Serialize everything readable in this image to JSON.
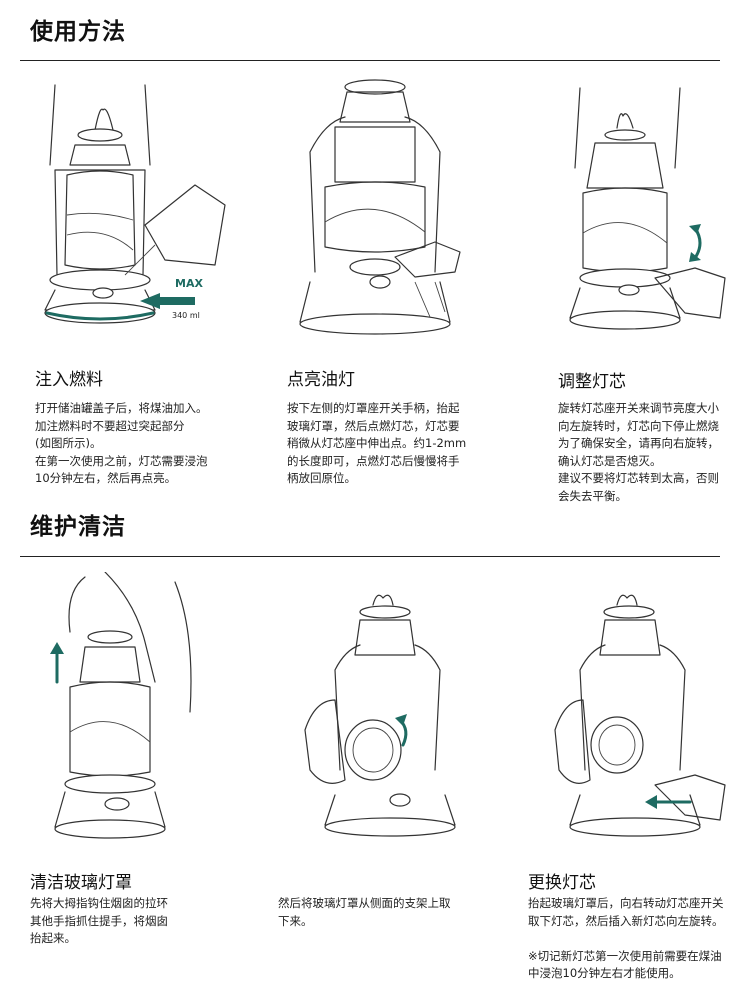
{
  "sections": [
    {
      "title": "使用方法",
      "steps": [
        {
          "title": "注入燃料",
          "text": "打开储油罐盖子后，将煤油加入。\n加注燃料时不要超过突起部分\n(如图所示)。\n在第一次使用之前，灯芯需要浸泡\n10分钟左右，然后再点亮。"
        },
        {
          "title": "点亮油灯",
          "text": "按下左侧的灯罩座开关手柄，抬起\n玻璃灯罩，然后点燃灯芯，灯芯要\n稍微从灯芯座中伸出点。约1-2mm\n的长度即可，点燃灯芯后慢慢将手\n柄放回原位。"
        },
        {
          "title": "调整灯芯",
          "text": "旋转灯芯座开关来调节亮度大小\n向左旋转时，灯芯向下停止燃烧\n为了确保安全，请再向右旋转，\n确认灯芯是否熄灭。\n建议不要将灯芯转到太高，否则\n会失去平衡。"
        }
      ]
    },
    {
      "title": "维护清洁",
      "steps": [
        {
          "title": "清洁玻璃灯罩",
          "text": "先将大拇指钩住烟囱的拉环\n其他手指抓住提手，将烟囱\n抬起来。"
        },
        {
          "title": "",
          "text": "然后将玻璃灯罩从侧面的支架上取\n下来。"
        },
        {
          "title": "更换灯芯",
          "text": "抬起玻璃灯罩后，向右转动灯芯座开关\n取下灯芯，然后插入新灯芯向左旋转。\n\n※切记新灯芯第一次使用前需要在煤油\n中浸泡10分钟左右才能使用。"
        }
      ]
    }
  ],
  "illustrations": {
    "max_label": "MAX",
    "max_volume": "340 ml",
    "accent_color": "#1e6b62"
  }
}
